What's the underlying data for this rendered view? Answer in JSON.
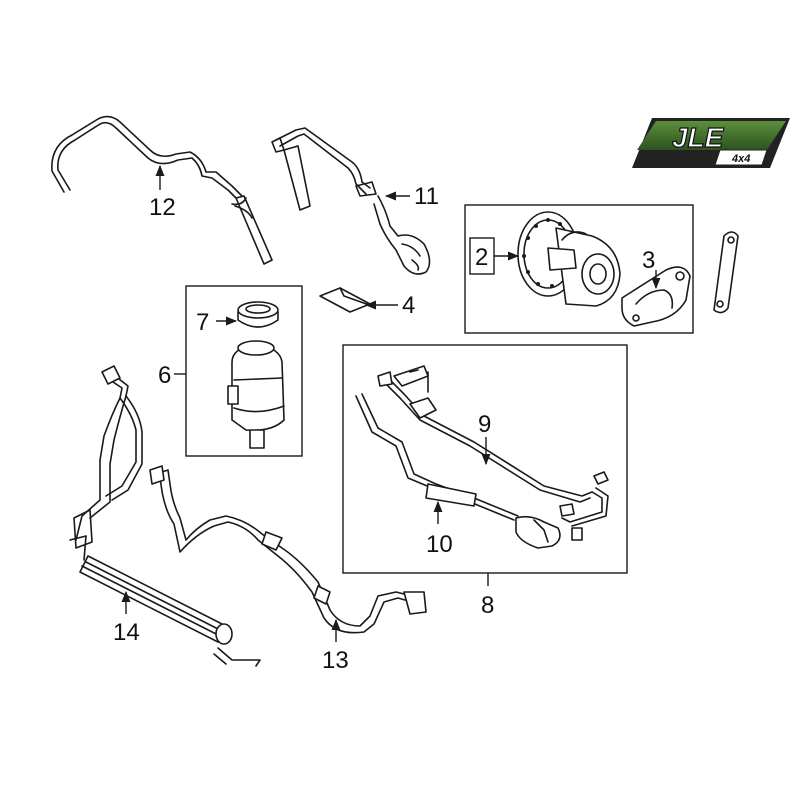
{
  "diagram": {
    "callouts": {
      "c2": "2",
      "c3": "3",
      "c4": "4",
      "c6": "6",
      "c7": "7",
      "c8": "8",
      "c9": "9",
      "c10": "10",
      "c11": "11",
      "c12": "12",
      "c13": "13",
      "c14": "14"
    }
  },
  "logo": {
    "main_text": "JLE",
    "sub_text": "4x4",
    "colors": {
      "plate": "#3d6b2a",
      "frame": "#1e1e1e",
      "letters": "#ffffff"
    }
  }
}
